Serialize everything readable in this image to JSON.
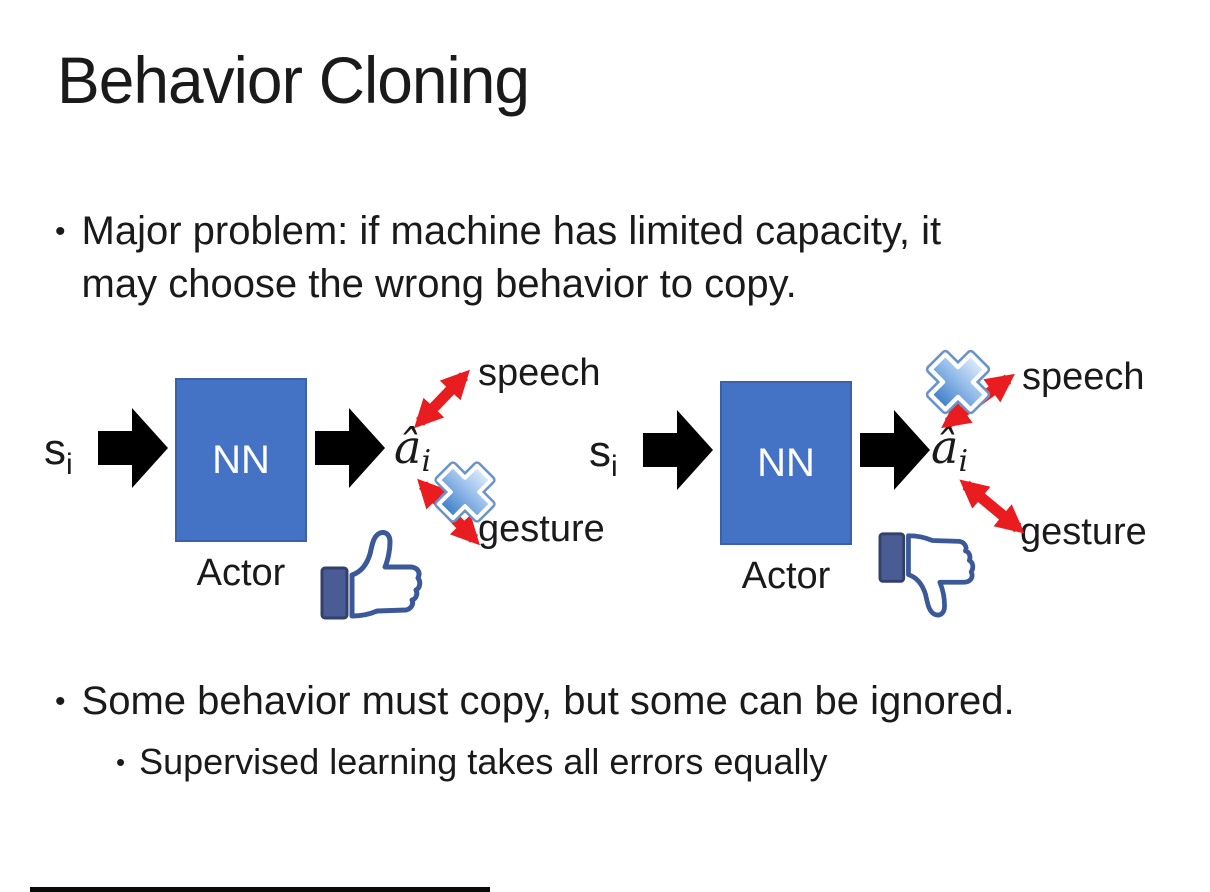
{
  "slide": {
    "title": "Behavior Cloning",
    "bullet_glyph": "•",
    "bullet1": {
      "lines": [
        "Major problem: if machine has limited capacity, it",
        "may choose the wrong behavior to copy."
      ]
    },
    "bullet2": "Some behavior must copy, but some can be ignored.",
    "sub_bullet": "Supervised learning takes all errors equally"
  },
  "diagram": {
    "input_label": {
      "main": "s",
      "sub": "i"
    },
    "output_label": {
      "main": "â",
      "sub": "i"
    },
    "nn_label": "NN",
    "actor_label": "Actor",
    "speech_label": "speech",
    "gesture_label": "gesture"
  },
  "icons": {
    "left": [
      "input-arrow",
      "output-arrow",
      "speech-double-arrow",
      "gesture-double-arrow",
      "cross-on-gesture",
      "thumbs-up"
    ],
    "right": [
      "input-arrow",
      "output-arrow",
      "speech-double-arrow",
      "gesture-double-arrow",
      "cross-on-speech",
      "thumbs-down"
    ]
  },
  "colors": {
    "nn_box": "#4472c4",
    "nn_box_border": "#3a62a8",
    "arrow_black": "#000000",
    "arrow_red": "#e91c1f",
    "cross_blue": "#3f7ec8",
    "thumb_navy": "#3b5998",
    "text": "#1a1a1a",
    "background": "#ffffff"
  }
}
